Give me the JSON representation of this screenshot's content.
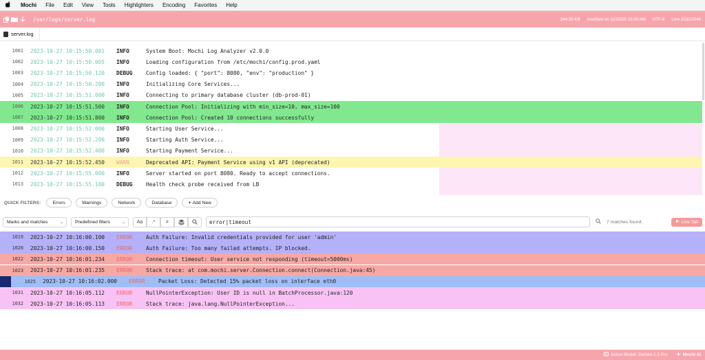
{
  "menubar": {
    "apple_icon": "apple-logo-icon",
    "items": [
      "Mochi",
      "File",
      "Edit",
      "View",
      "Tools",
      "Highlighters",
      "Encoding",
      "Favorites",
      "Help"
    ]
  },
  "pathbar": {
    "path": "/var/logs/server.log",
    "file_size": "244.33 KB",
    "modified": "modified on 11/20/25 10:03 AM",
    "encoding": "UTF-8",
    "line_info": "Line 1032/2048"
  },
  "tab": {
    "name": "server.log"
  },
  "log_rows": [
    {
      "ln": "1001",
      "ts": "2023-10-27 10:15:50.001",
      "lv": "INFO",
      "msg": "System Boot: Mochi Log Analyzer v2.0.0",
      "hl": ""
    },
    {
      "ln": "1002",
      "ts": "2023-10-27 10:15:50.005",
      "lv": "INFO",
      "msg": "Loading configuration from /etc/mochi/config.prod.yaml",
      "hl": ""
    },
    {
      "ln": "1003",
      "ts": "2023-10-27 10:15:50.120",
      "lv": "DEBUG",
      "msg": "Config loaded: { \"port\": 8080, \"env\": \"production\" }",
      "hl": ""
    },
    {
      "ln": "1004",
      "ts": "2023-10-27 10:15:50.200",
      "lv": "INFO",
      "msg": "Initializing Core Services...",
      "hl": ""
    },
    {
      "ln": "1005",
      "ts": "2023-10-27 10:15:51.000",
      "lv": "INFO",
      "msg": "Connecting to primary database cluster (db-prod-01)",
      "hl": ""
    },
    {
      "ln": "1006",
      "ts": "2023-10-27 10:15:51.500",
      "lv": "INFO",
      "msg": "Connection Pool: Initializing with min_size=10, max_size=100",
      "hl": "green"
    },
    {
      "ln": "1007",
      "ts": "2023-10-27 10:15:51.800",
      "lv": "INFO",
      "msg": "Connection Pool: Created 10 connections successfully",
      "hl": "green"
    },
    {
      "ln": "1008",
      "ts": "2023-10-27 10:15:52.000",
      "lv": "INFO",
      "msg": "Starting User Service...",
      "hl": ""
    },
    {
      "ln": "1009",
      "ts": "2023-10-27 10:15:52.200",
      "lv": "INFO",
      "msg": "Starting Auth Service...",
      "hl": ""
    },
    {
      "ln": "1010",
      "ts": "2023-10-27 10:15:52.400",
      "lv": "INFO",
      "msg": "Starting Payment Service...",
      "hl": ""
    },
    {
      "ln": "1011",
      "ts": "2023-10-27 10:15:52.450",
      "lv": "WARN",
      "msg": "Deprecated API: Payment Service using v1 API (deprecated)",
      "hl": "yellow"
    },
    {
      "ln": "1012",
      "ts": "2023-10-27 10:15:55.000",
      "lv": "INFO",
      "msg": "Server started on port 8080. Ready to accept connections.",
      "hl": ""
    },
    {
      "ln": "1013",
      "ts": "2023-10-27 10:15:55.100",
      "lv": "DEBUG",
      "msg": "Health check probe received from LB",
      "hl": ""
    }
  ],
  "quick_filters": {
    "label": "QUICK FILTERS:",
    "chips": [
      "Errors",
      "Warnings",
      "Network",
      "Database"
    ],
    "add_label": "Add New"
  },
  "search": {
    "marks_select": "Marks and matches",
    "filters_select": "Predefined filters",
    "icons": {
      "case": "Aa",
      "regex": ".*",
      "invert": "≠",
      "layers": "≋",
      "search": "⌕"
    },
    "query": "error|timeout",
    "match_count": "7 matches found.",
    "live_tail": "Live Tail"
  },
  "results": [
    {
      "ln": "1019",
      "ts": "2023-10-27 10:16:00.100",
      "lv": "ERROR",
      "msg": "Auth Failure: Invalid credentials provided for user 'admin'",
      "hl": "purple"
    },
    {
      "ln": "1020",
      "ts": "2023-10-27 10:16:00.150",
      "lv": "ERROR",
      "msg": "Auth Failure: Too many failed attempts. IP blocked.",
      "hl": "purple"
    },
    {
      "ln": "1022",
      "ts": "2023-10-27 10:16:01.234",
      "lv": "ERROR",
      "msg": "Connection timeout: User service not responding (timeout=5000ms)",
      "hl": "salmon"
    },
    {
      "ln": "1023",
      "ts": "2023-10-27 10:16:01.235",
      "lv": "ERROR",
      "msg": "Stack trace: at com.mochi.server.Connection.connect(Connection.java:45)",
      "hl": "salmon"
    },
    {
      "ln": "1025",
      "ts": "2023-10-27 10:16:02.000",
      "lv": "ERROR",
      "msg": "Packet Loss: Detected 15% packet loss on interface eth0",
      "hl": "blue"
    },
    {
      "ln": "1031",
      "ts": "2023-10-27 10:16:05.112",
      "lv": "ERROR",
      "msg": "NullPointerException: User ID is null in BatchProcessor.java:120",
      "hl": "pink"
    },
    {
      "ln": "1032",
      "ts": "2023-10-27 10:16:05.113",
      "lv": "ERROR",
      "msg": "Stack trace: java.lang.NullPointerException...",
      "hl": "pink"
    }
  ],
  "statusbar": {
    "model": "Active Model: Gemini 1.5 Pro",
    "ai_label": "Mochi AI"
  },
  "colors": {
    "accent": "#f7a5ad",
    "timestamp": "#6fc8ad",
    "error": "#ee6666",
    "green_highlight": "#82e88f",
    "yellow_highlight": "#fdf5b0",
    "purple_highlight": "#b4b1f8",
    "salmon_highlight": "#f6a8a5",
    "blue_highlight": "#9fbef7",
    "pink_highlight": "#f8c3f4"
  }
}
